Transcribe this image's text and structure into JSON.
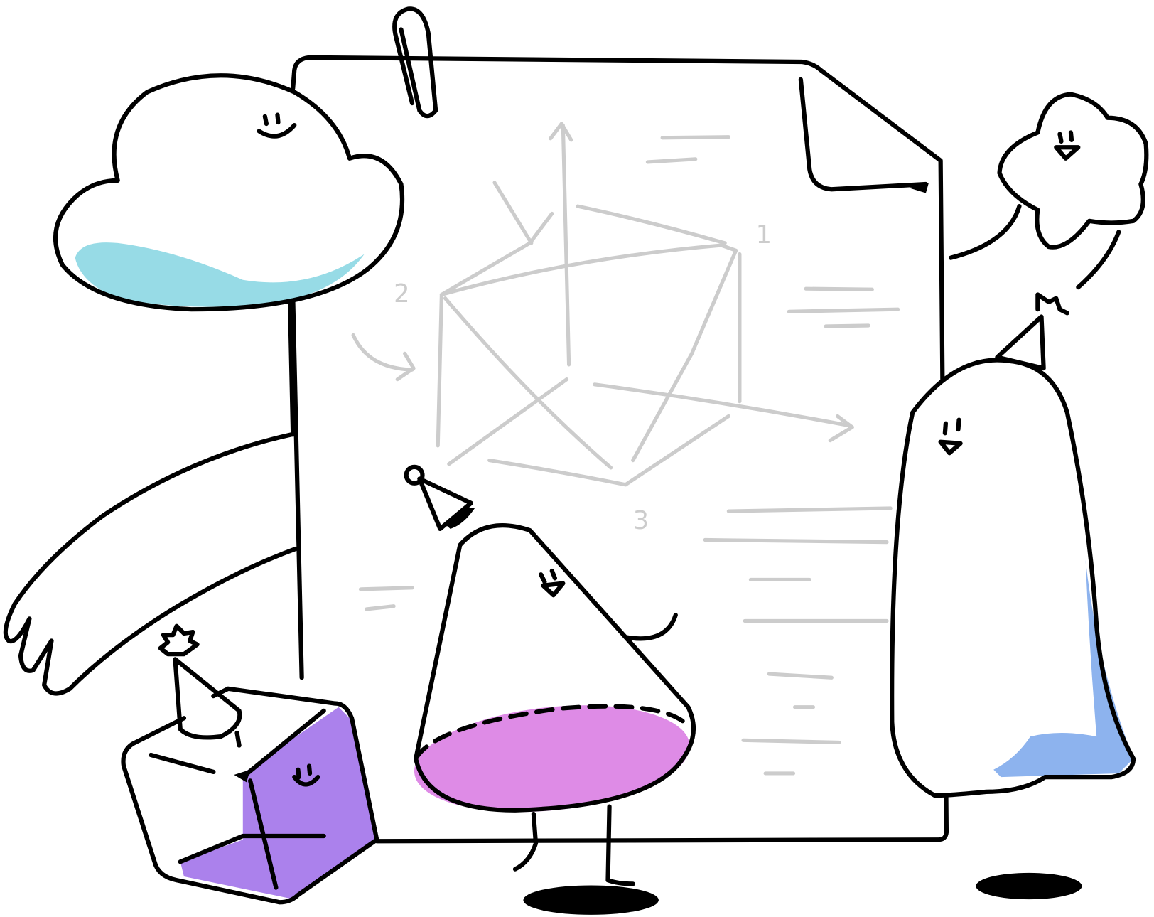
{
  "illustration": {
    "sketch_labels": [
      "1",
      "2",
      "3"
    ],
    "colors": {
      "cloud_blue": "#97dbe6",
      "star_yellow": "#f0df97",
      "ghost_blue": "#8db3ee",
      "cone_pink": "#de8be6",
      "cube_purple": "#ab81ec",
      "sketch_gray": "#cccccc",
      "ink": "#000000"
    }
  }
}
